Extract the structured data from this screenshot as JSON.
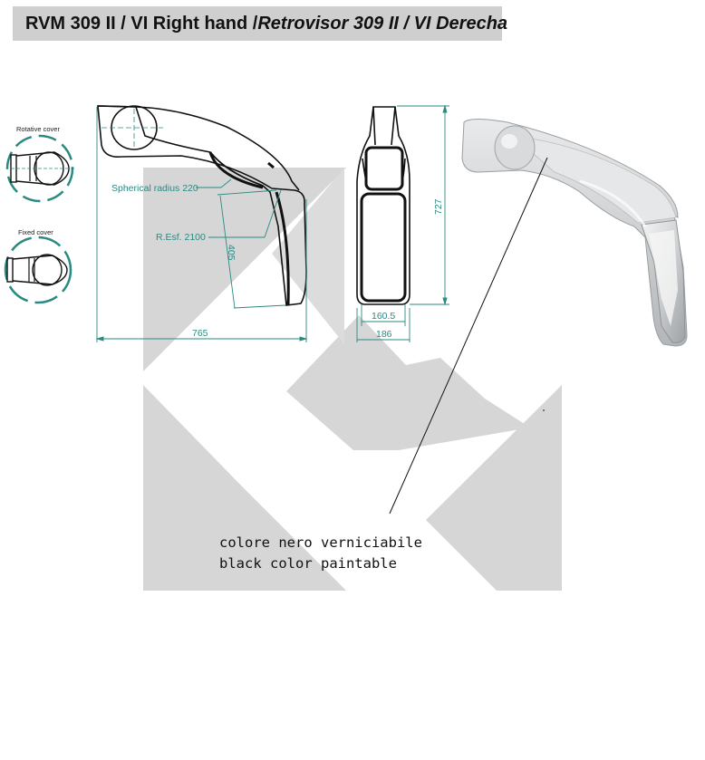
{
  "header": {
    "title_regular": "RVM 309 II / VI Right hand / ",
    "title_italic": "Retrovisor 309 II / VI Derecha"
  },
  "variants": {
    "rotative_label": "Rotative cover",
    "fixed_label": "Fixed cover"
  },
  "side_view": {
    "spherical_label": "Spherical radius 220",
    "resf_label": "R.Esf. 2100",
    "dim_height_inner": "405",
    "dim_width": "765"
  },
  "front_view": {
    "dim_height": "727",
    "dim_inner_width": "160.5",
    "dim_outer_width": "186"
  },
  "note": {
    "line_it": "colore nero verniciabile",
    "line_en": "black color paintable"
  },
  "colors": {
    "title_bg": "#cfcfcf",
    "dimension_teal": "#2a8a82",
    "watermark_gray": "#d6d6d6"
  },
  "icons": {
    "watermark": "k-logo-watermark",
    "photo": "mirror-photo"
  }
}
